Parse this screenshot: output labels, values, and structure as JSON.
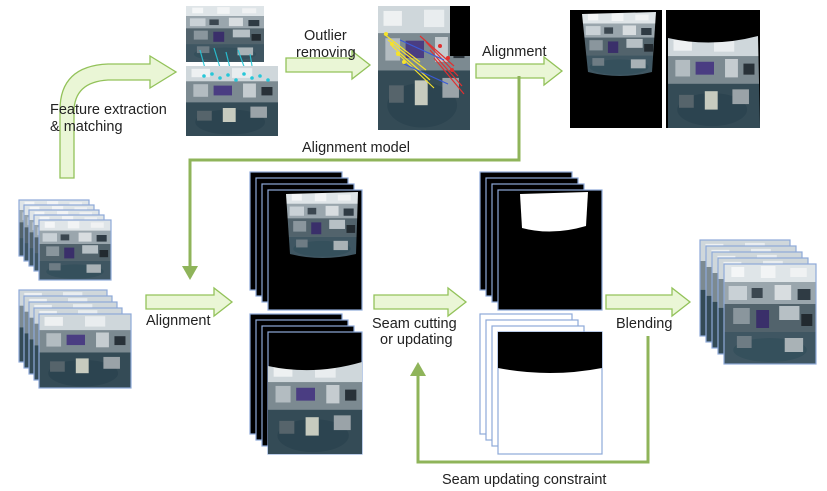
{
  "labels": {
    "feature_extraction_1": "Feature extraction",
    "feature_extraction_2": "& matching",
    "outlier_1": "Outlier",
    "outlier_2": "removing",
    "alignment_top": "Alignment",
    "alignment_model": "Alignment model",
    "alignment_mid": "Alignment",
    "seam_cutting_1": "Seam cutting",
    "seam_cutting_2": "or updating",
    "blending": "Blending",
    "seam_constraint": "Seam updating constraint"
  },
  "colors": {
    "light_arrow_fill": "#eaf6d6",
    "light_arrow_stroke": "#93c25a",
    "loop_arrow": "#8fb45a",
    "frame_border": "#8ea9d8",
    "matching_lines": "#27c7d8",
    "inlier_marks": "#f5e22c",
    "outlier_marks": "#e03030"
  },
  "icons": [
    "photo-thumbnail",
    "arrow-right",
    "arrow-down",
    "arrow-up"
  ]
}
